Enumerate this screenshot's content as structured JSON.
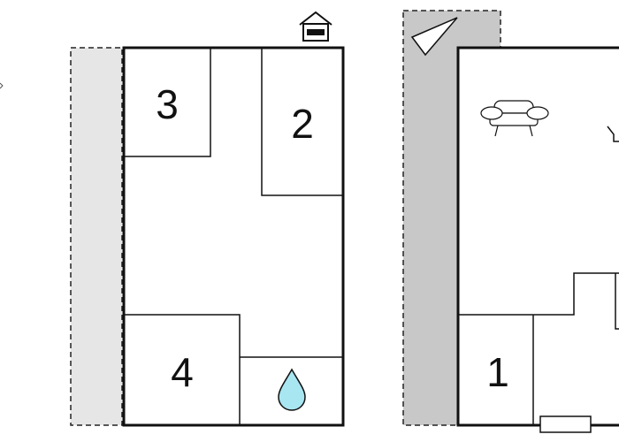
{
  "rooms": [
    {
      "id": "room-1",
      "number": "1"
    },
    {
      "id": "room-2",
      "number": "2"
    },
    {
      "id": "room-3",
      "number": "3"
    },
    {
      "id": "room-4",
      "number": "4"
    }
  ],
  "icons": {
    "entrance": "house-entrance-icon",
    "bathroom": "water-drop-icon",
    "sofa": "sofa-icon",
    "north_arrow": "north-arrow-icon",
    "window": "window-icon"
  },
  "colors": {
    "wall": "#111111",
    "background": "#ffffff",
    "terrace_light": "#e6e6e6",
    "terrace_dark": "#c8c8c8",
    "water": "#a8e6f2"
  }
}
